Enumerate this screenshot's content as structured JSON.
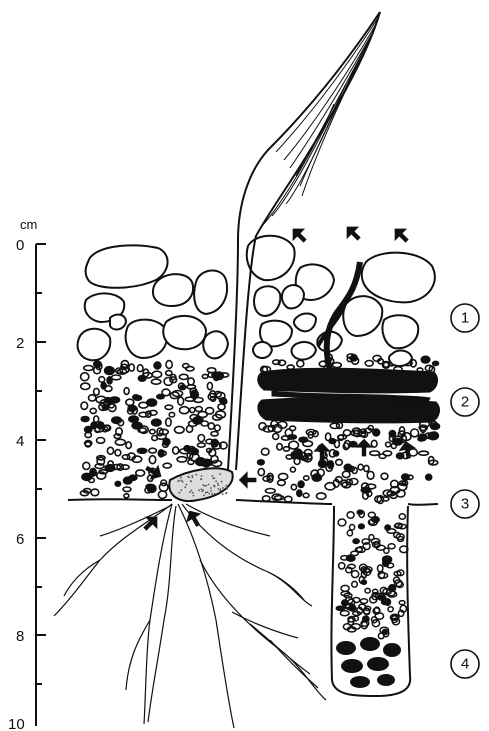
{
  "axis": {
    "unit": "cm",
    "ticks": [
      "0",
      "2",
      "4",
      "6",
      "8",
      "10"
    ]
  },
  "labels": [
    {
      "id": "1",
      "text": "1"
    },
    {
      "id": "2",
      "text": "2"
    },
    {
      "id": "3",
      "text": "3"
    },
    {
      "id": "4",
      "text": "4"
    }
  ],
  "colors": {
    "ink": "#111111",
    "paper": "#ffffff"
  }
}
